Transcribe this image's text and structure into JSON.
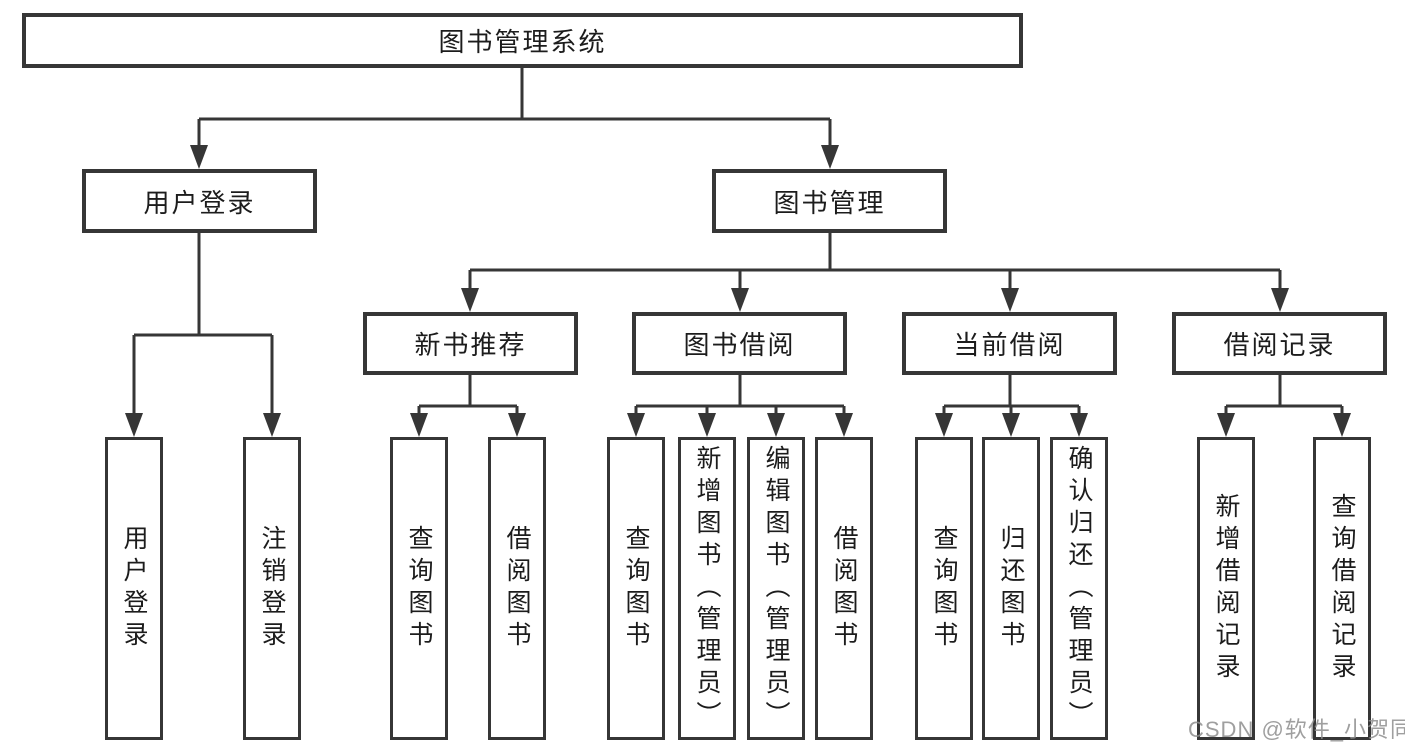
{
  "tree": {
    "label": "图书管理系统",
    "children": [
      {
        "label": "用户登录",
        "children": [
          {
            "label": "用户登录"
          },
          {
            "label": "注销登录"
          }
        ]
      },
      {
        "label": "图书管理",
        "children": [
          {
            "label": "新书推荐",
            "children": [
              {
                "label": "查询图书"
              },
              {
                "label": "借阅图书"
              }
            ]
          },
          {
            "label": "图书借阅",
            "children": [
              {
                "label": "查询图书"
              },
              {
                "label": "新增图书（管理员）"
              },
              {
                "label": "编辑图书（管理员）"
              },
              {
                "label": "借阅图书"
              }
            ]
          },
          {
            "label": "当前借阅",
            "children": [
              {
                "label": "查询图书"
              },
              {
                "label": "归还图书"
              },
              {
                "label": "确认归还（管理员）"
              }
            ]
          },
          {
            "label": "借阅记录",
            "children": [
              {
                "label": "新增借阅记录"
              },
              {
                "label": "查询借阅记录"
              }
            ]
          }
        ]
      }
    ]
  },
  "watermark": {
    "text": "CSDN @软件_小贺同学"
  },
  "colors": {
    "line": "#363636",
    "text": "#1c1c1c",
    "background": "#ffffff",
    "watermark": "#8f8f8f"
  }
}
